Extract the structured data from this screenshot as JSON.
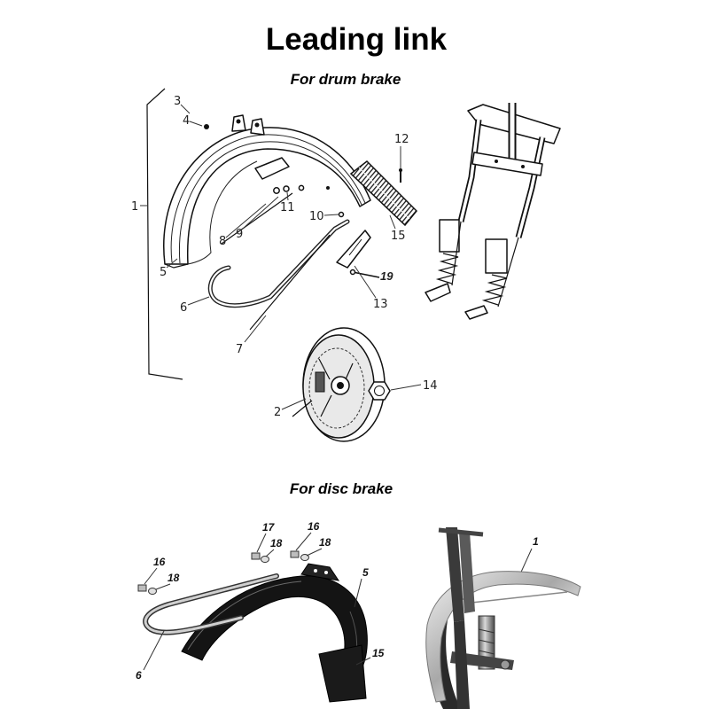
{
  "title": "Leading link",
  "drum_brake": {
    "subtitle": "For drum brake",
    "callouts": [
      "3",
      "4",
      "1",
      "5",
      "6",
      "7",
      "8",
      "9",
      "11",
      "10",
      "12",
      "15",
      "19",
      "13",
      "14",
      "2"
    ]
  },
  "disc_brake": {
    "subtitle": "For disc brake",
    "callouts": [
      "17",
      "18",
      "16",
      "18",
      "16",
      "18",
      "5",
      "15",
      "6",
      "1"
    ]
  }
}
